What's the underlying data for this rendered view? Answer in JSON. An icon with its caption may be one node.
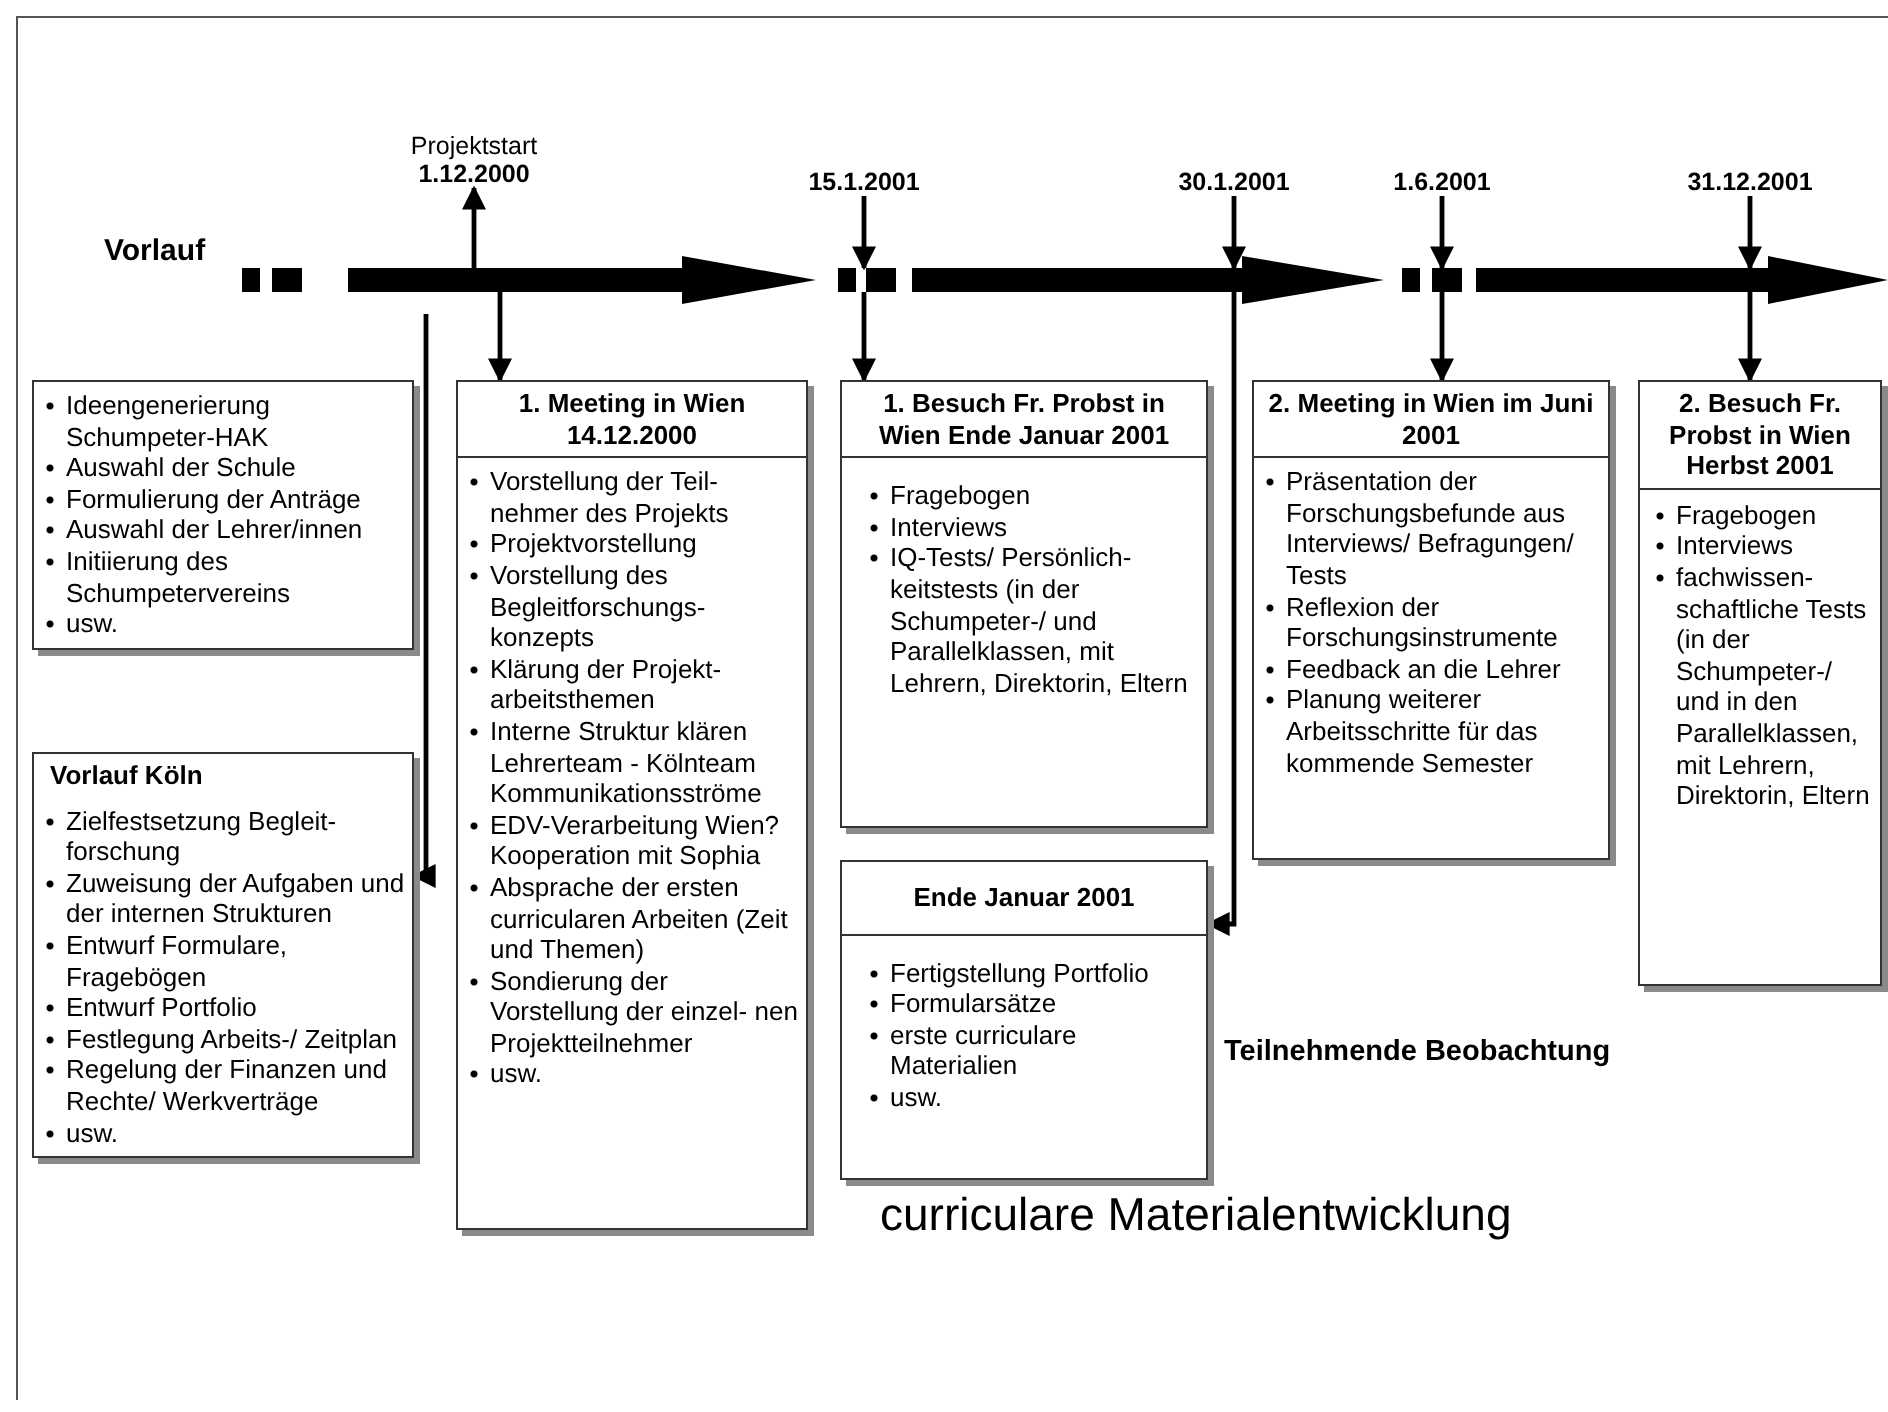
{
  "diagram": {
    "nodes": [
      {
        "text": [
          "Projektstart",
          "1.12.2000"
        ]
      },
      {
        "text": [
          "15.1.2001"
        ]
      },
      {
        "text": [
          "30.1.2001"
        ]
      },
      {
        "text": [
          "1.6.2001"
        ]
      },
      {
        "text": [
          "31.12.2001"
        ]
      },
      {
        "text": [
          "Ideengenerierung Schumpeter-HAK",
          "Auswahl der Schule",
          "Formulierung der Anträge",
          "Auswahl der Lehrer/innen",
          "Initiierung des Schumpetervereins",
          "usw."
        ]
      },
      {
        "text": [
          "Vorlauf Köln",
          "Zielfestsetzung Begleit- forschung",
          "Zuweisung der Aufgaben und der internen Strukturen",
          "Entwurf Formulare, Fragebögen",
          "Entwurf Portfolio",
          "Festlegung Arbeits-/ Zeitplan",
          "Regelung der Finanzen und Rechte/ Werkverträge",
          "usw."
        ]
      },
      {
        "text": [
          "1. Meeting in Wien 14.12.2000",
          "Vorstellung der Teil- nehmer des Projekts",
          "Projektvorstellung",
          "Vorstellung des Begleitforschungs- konzepts",
          "Klärung der Projekt- arbeitsthemen",
          "Interne Struktur klären Lehrerteam - Kölnteam Kommunikationsströme",
          "EDV-Verarbeitung Wien? Kooperation mit Sophia",
          "Absprache der ersten curricularen Arbeiten (Zeit und Themen)",
          "Sondierung der Vorstellung der einzel- nen Projektteilnehmer",
          "usw."
        ]
      },
      {
        "text": [
          "1. Besuch Fr. Probst in Wien Ende Januar 2001",
          "Fragebogen",
          "Interviews",
          "IQ-Tests/ Persönlich- keitstests (in der Schumpeter-/ und Parallelklassen, mit Lehrern, Direktorin, Eltern"
        ]
      },
      {
        "text": [
          "Ende Januar 2001",
          "Fertigstellung Portfolio",
          "Formularsätze",
          "erste curriculare Materialien",
          "usw."
        ]
      },
      {
        "text": [
          "2. Meeting in Wien im Juni 2001",
          "Präsentation der Forschungsbefunde aus Interviews/ Befragungen/ Tests",
          "Reflexion der Forschungsinstrumente",
          "Feedback an die Lehrer",
          "Planung weiterer Arbeitsschritte für das kommende Semester"
        ]
      },
      {
        "text": [
          "2. Besuch Fr. Probst in Wien Herbst 2001",
          "Fragebogen",
          "Interviews",
          "fachwissen- schaftliche Tests (in der Schumpeter-/ und in den Parallelklassen, mit Lehrern, Direktorin, Eltern"
        ]
      }
    ],
    "edges": [
      {
        "from": null,
        "to": 0,
        "arrow": "to"
      },
      {
        "from": null,
        "to": 7,
        "arrow": "to"
      },
      {
        "from": 1,
        "to": null,
        "arrow": "to"
      },
      {
        "from": null,
        "to": 8,
        "arrow": "to"
      },
      {
        "from": 2,
        "to": null,
        "arrow": "to"
      },
      {
        "from": null,
        "to": 9,
        "arrow": "to"
      },
      {
        "from": 3,
        "to": null,
        "arrow": "to"
      },
      {
        "from": null,
        "to": 10,
        "arrow": "to"
      },
      {
        "from": 4,
        "to": null,
        "arrow": "to"
      },
      {
        "from": null,
        "to": 11,
        "arrow": "to"
      },
      {
        "from": null,
        "to": 6,
        "arrow": "to"
      }
    ],
    "labels": [
      "Vorlauf",
      "Teilnehmende Beobachtung",
      "curriculare Materialentwicklung"
    ]
  }
}
